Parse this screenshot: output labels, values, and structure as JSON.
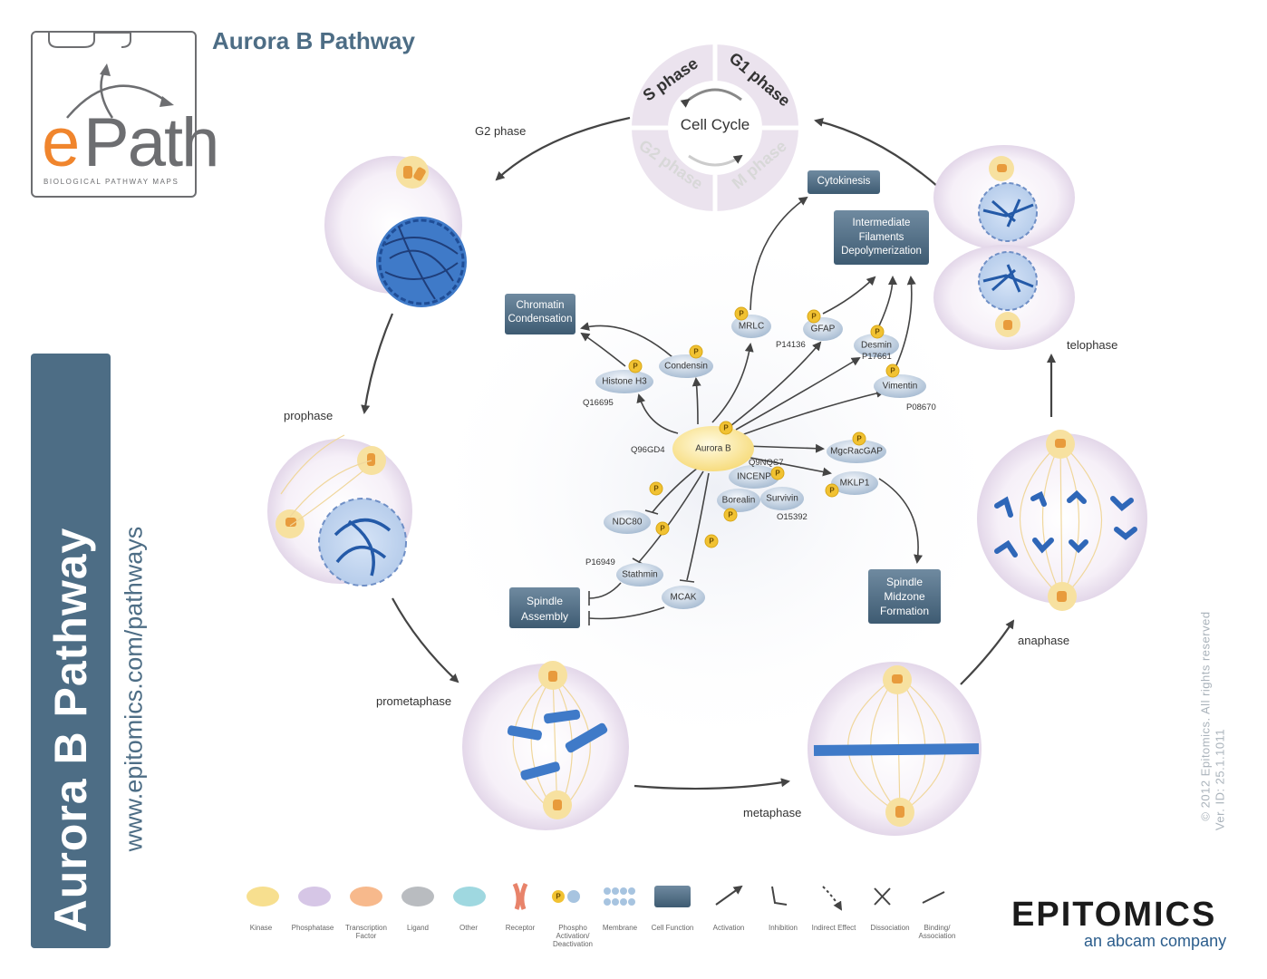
{
  "title": "Aurora B Pathway",
  "logo": {
    "e": "e",
    "path": "Path",
    "subtitle": "BIOLOGICAL PATHWAY MAPS"
  },
  "sidebar": {
    "title": "Aurora B Pathway",
    "url": "www.epitomics.com/pathways"
  },
  "cell_cycle": {
    "center": "Cell Cycle",
    "s_phase": "S phase",
    "g1_phase": "G1 phase",
    "g2_phase": "G2 phase",
    "m_phase": "M phase"
  },
  "phases": {
    "g2": "G2 phase",
    "prophase": "prophase",
    "prometaphase": "prometaphase",
    "metaphase": "metaphase",
    "anaphase": "anaphase",
    "telophase": "telophase"
  },
  "nodes": {
    "aurora_b": "Aurora B",
    "aurora_b_id": "Q96GD4",
    "histone_h3": "Histone H3",
    "histone_h3_id": "Q16695",
    "condensin": "Condensin",
    "mrlc": "MRLC",
    "gfap": "GFAP",
    "gfap_id": "P14136",
    "desmin": "Desmin",
    "desmin_id": "P17661",
    "vimentin": "Vimentin",
    "vimentin_id": "P08670",
    "mgcracgap": "MgcRacGAP",
    "mklp1": "MKLP1",
    "incenp": "INCENP",
    "incenp_id": "Q9NQS7",
    "borealin": "Borealin",
    "survivin": "Survivin",
    "survivin_id": "O15392",
    "ndc80": "NDC80",
    "stathmin": "Stathmin",
    "stathmin_id": "P16949",
    "mcak": "MCAK",
    "p": "P"
  },
  "functions": {
    "chromatin_condensation": [
      "Chromatin",
      "Condensation"
    ],
    "cytokinesis": [
      "Cytokinesis"
    ],
    "if_depolymerization": [
      "Intermediate",
      "Filaments",
      "Depolymerization"
    ],
    "spindle_assembly": [
      "Spindle",
      "Assembly"
    ],
    "spindle_midzone": [
      "Spindle",
      "Midzone",
      "Formation"
    ]
  },
  "legend": [
    {
      "label": "Kinase",
      "color": "#f7df8f"
    },
    {
      "label": "Phosphatase",
      "color": "#d6c6e6"
    },
    {
      "label": "Transcription Factor",
      "color": "#f7b98c"
    },
    {
      "label": "Ligand",
      "color": "#b9bcc0"
    },
    {
      "label": "Other",
      "color": "#9fd8e0"
    },
    {
      "label": "Receptor",
      "color": "#e8836a"
    },
    {
      "label": "Phospho Activation/ Deactivation",
      "color": "#f1c232"
    },
    {
      "label": "Membrane",
      "color": "#a7c4e0"
    },
    {
      "label": "Cell Function",
      "color": "#4d6d85"
    },
    {
      "label": "Activation",
      "color": "#444444"
    },
    {
      "label": "Inhibition",
      "color": "#444444"
    },
    {
      "label": "Indirect Effect",
      "color": "#444444"
    },
    {
      "label": "Dissociation",
      "color": "#444444"
    },
    {
      "label": "Binding/ Association",
      "color": "#444444"
    }
  ],
  "footer": {
    "copyright": "© 2012 Epitomics. All rights reserved",
    "version": "Ver. ID: 25.1.1011",
    "brand": "EPITOMICS",
    "brand_sub": "an abcam company"
  }
}
